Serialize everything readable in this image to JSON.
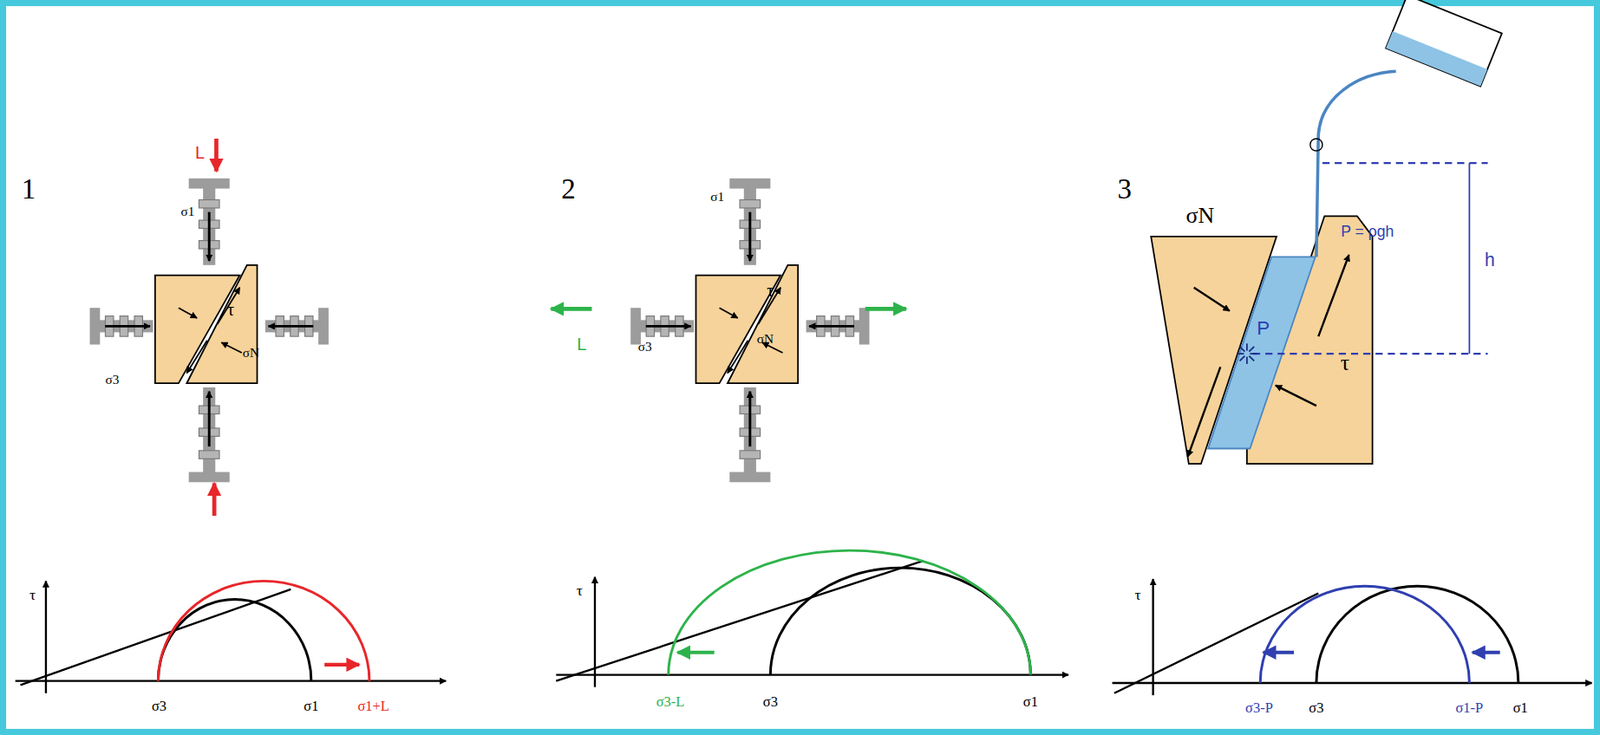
{
  "diagram": {
    "labels": [
      "1",
      "L",
      "σ1",
      "σ3",
      "τ",
      "σN",
      "τ",
      "σ3",
      "σ1",
      "σ1+L",
      "2",
      "σ1",
      "L",
      "σ3",
      "τ",
      "σN",
      "τ",
      "σ3-L",
      "σ3",
      "σ1",
      "3",
      "P = ρgh",
      "h",
      "σN",
      "P",
      "τ",
      "τ",
      "σ3-P",
      "σ3",
      "σ1-P",
      "σ1"
    ]
  }
}
